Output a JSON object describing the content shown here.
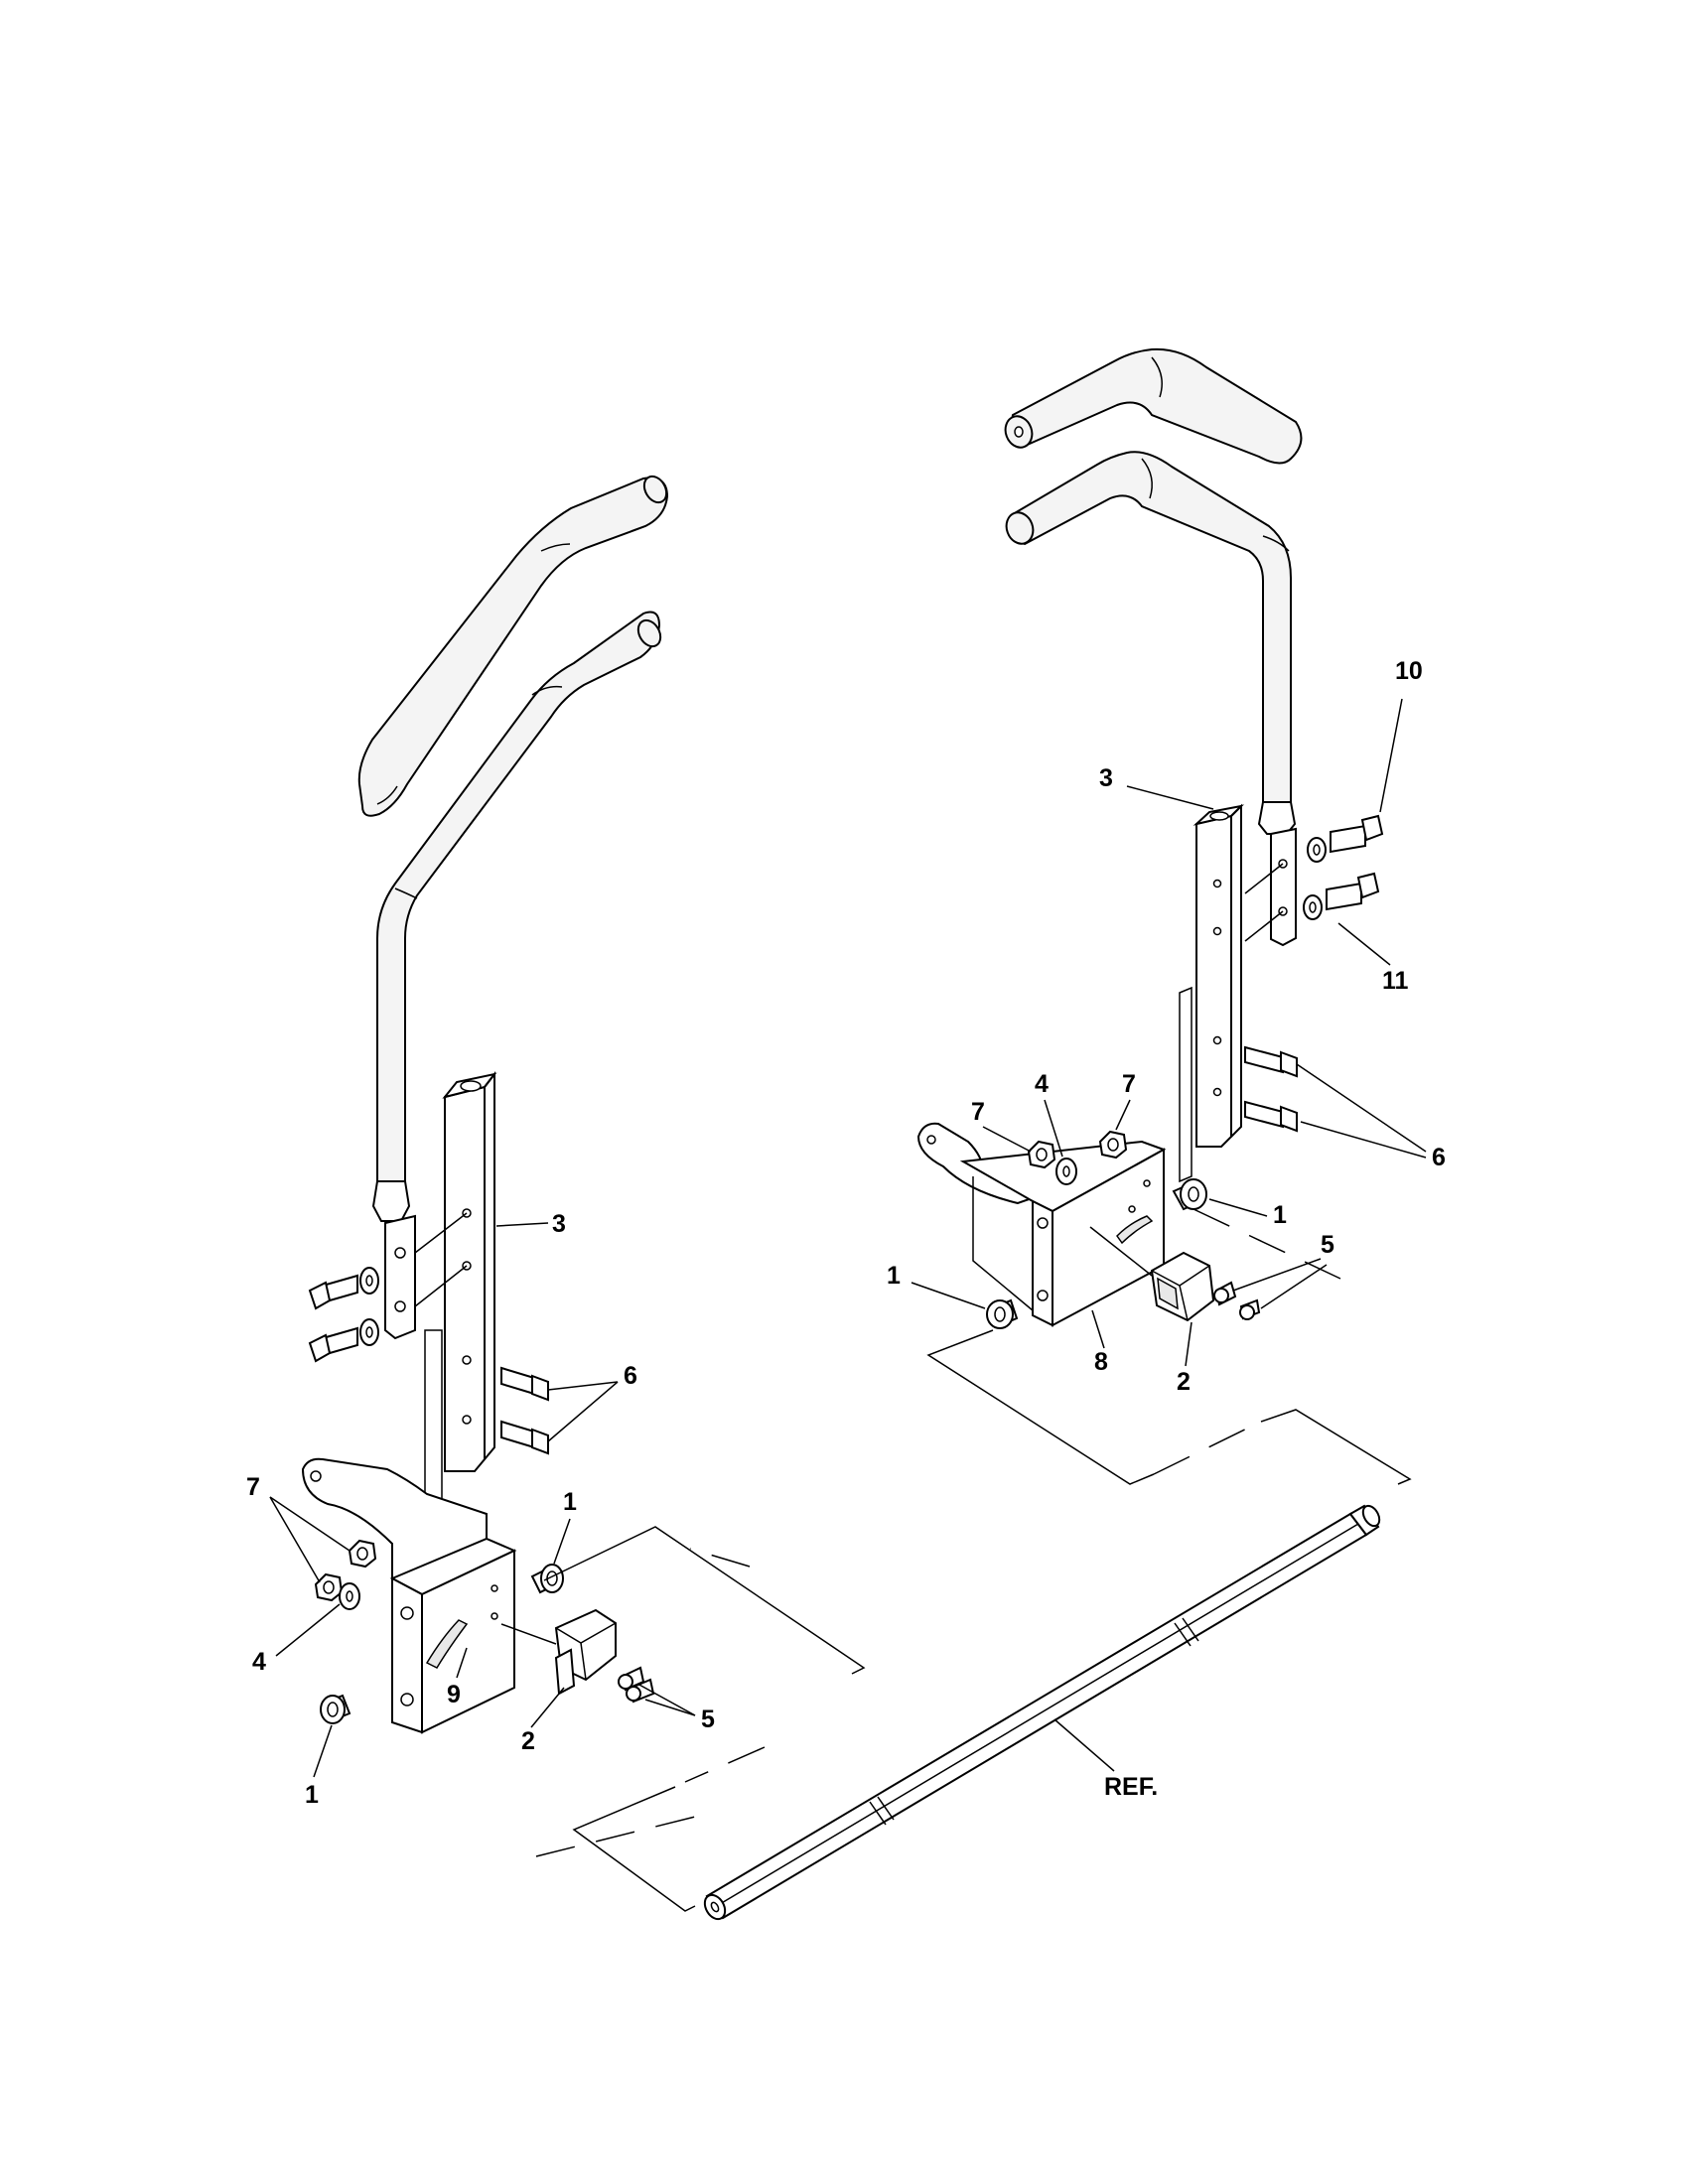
{
  "callouts": {
    "left_1a": "1",
    "left_1b": "1",
    "left_2": "2",
    "left_3": "3",
    "left_4": "4",
    "left_5": "5",
    "left_6": "6",
    "left_7": "7",
    "left_9": "9",
    "right_1a": "1",
    "right_1b": "1",
    "right_2": "2",
    "right_3": "3",
    "right_4": "4",
    "right_5": "5",
    "right_6": "6",
    "right_7a": "7",
    "right_7b": "7",
    "right_8": "8",
    "right_10": "10",
    "right_11": "11",
    "ref": "REF."
  }
}
